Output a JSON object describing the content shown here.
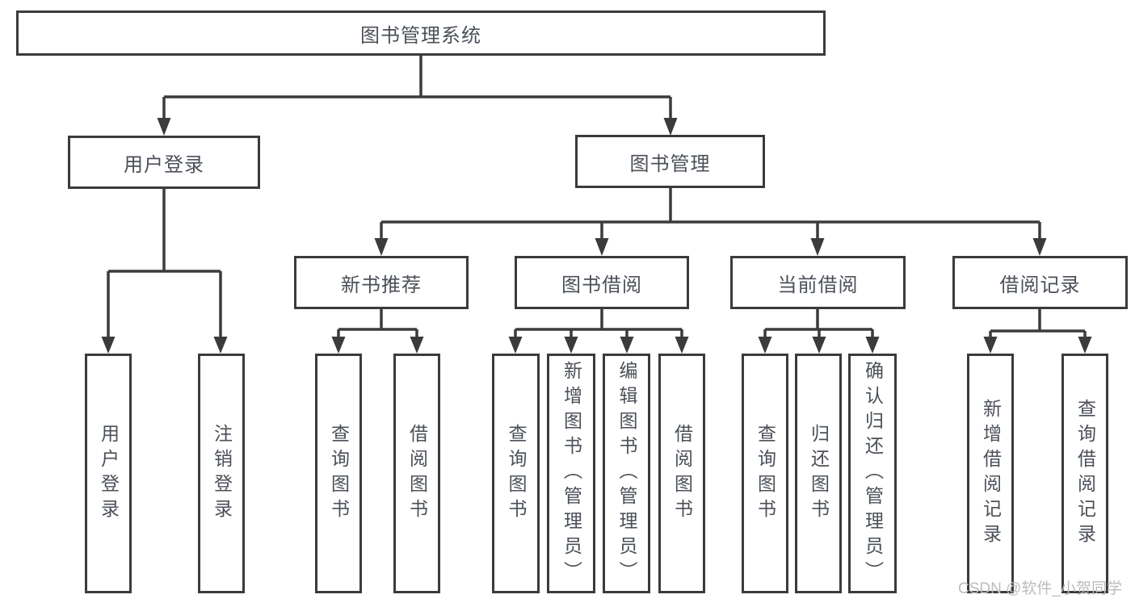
{
  "tree": {
    "root": {
      "label": "图书管理系统"
    },
    "children": [
      {
        "label": "用户登录",
        "children": [
          {
            "label": "用户登录"
          },
          {
            "label": "注销登录"
          }
        ]
      },
      {
        "label": "图书管理",
        "children": [
          {
            "label": "新书推荐",
            "children": [
              {
                "label": "查询图书"
              },
              {
                "label": "借阅图书"
              }
            ]
          },
          {
            "label": "图书借阅",
            "children": [
              {
                "label": "查询图书"
              },
              {
                "label": "新增图书（管理员）"
              },
              {
                "label": "编辑图书（管理员）"
              },
              {
                "label": "借阅图书"
              }
            ]
          },
          {
            "label": "当前借阅",
            "children": [
              {
                "label": "查询图书"
              },
              {
                "label": "归还图书"
              },
              {
                "label": "确认归还（管理员）"
              }
            ]
          },
          {
            "label": "借阅记录",
            "children": [
              {
                "label": "新增借阅记录"
              },
              {
                "label": "查询借阅记录"
              }
            ]
          }
        ]
      }
    ]
  },
  "watermark": {
    "text": "CSDN @软件_小贺同学"
  },
  "colors": {
    "line": "#3b3b3b",
    "box_border": "#3b3b3b",
    "box_fill": "#ffffff",
    "text": "#4b5058",
    "watermark": "#bcbcbc",
    "background": "#ffffff"
  }
}
